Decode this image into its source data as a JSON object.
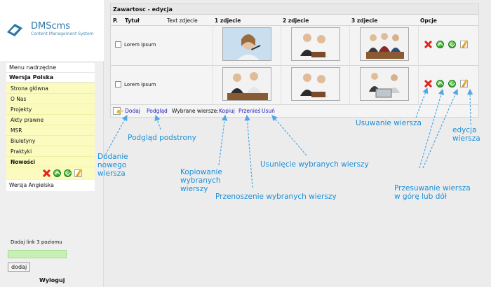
{
  "brand": {
    "name": "DMScms",
    "tagline": "Content Management System"
  },
  "sidebar": {
    "heading": "Menu nadrzędne",
    "section_pl": "Wersja Polska",
    "items": [
      "Strona główna",
      "O Nas",
      "Projekty",
      "Akty prawne",
      "MSR",
      "Biuletyny",
      "Praktyki",
      "Nowości"
    ],
    "section_en": "Wersja Angielska",
    "add_link_label": "Dodaj link 3 poziomu",
    "add_link_value": "",
    "add_button": "dodaj",
    "logout": "Wyloguj"
  },
  "panel": {
    "title": "Zawartosc - edycja",
    "columns": [
      "P.",
      "Tytuł",
      "Text zdjecie",
      "1 zdjecie",
      "2 zdjecie",
      "3 zdjecie",
      "Opcje"
    ],
    "rows": [
      {
        "title": "Lorem ipsum"
      },
      {
        "title": "Lorem ipsum"
      }
    ],
    "footer": {
      "add": "- Dodaj",
      "preview": "Podgląd",
      "selected_label": "Wybrane wiersze:",
      "copy": "Kopiuj",
      "move": "Przenieś",
      "delete": "Usuń"
    }
  },
  "annotations": {
    "add_row": "Dodanie\nnowego\nwiersza",
    "preview": "Podgląd podstrony",
    "copy": "Kopiowanie\nwybranych\nwierszy",
    "move": "Przenoszenie wybranych wierszy",
    "delete_selected": "Usunięcie wybranych wierszy",
    "delete_row": "Usuwanie wiersza",
    "edit_row": "edycja\nwiersza",
    "move_row": "Przesuwanie wiersza\nw górę lub dół"
  },
  "colors": {
    "accent": "#1a8fd9",
    "menu_bg": "#fbfbbf",
    "link": "#1a1ab0",
    "delete": "#e0241a",
    "arrow_green": "#2b9f23"
  },
  "icons": [
    "delete-icon",
    "move-up-icon",
    "move-down-icon",
    "edit-icon",
    "add-icon"
  ]
}
